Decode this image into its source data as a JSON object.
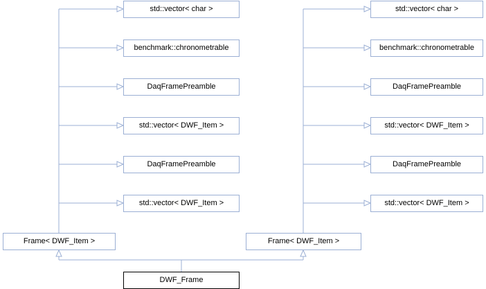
{
  "diagram": {
    "type": "inheritance-graph",
    "edge_color": "#9bafd4",
    "root": {
      "id": "dwf-frame",
      "label": "DWF_Frame"
    },
    "columns": [
      {
        "parent": {
          "id": "frame-left",
          "label": "Frame< DWF_Item >"
        },
        "bases": [
          {
            "id": "L1",
            "label": "std::vector< char >"
          },
          {
            "id": "L2",
            "label": "benchmark::chronometrable"
          },
          {
            "id": "L3",
            "label": "DaqFramePreamble"
          },
          {
            "id": "L4",
            "label": "std::vector< DWF_Item >"
          },
          {
            "id": "L5",
            "label": "DaqFramePreamble"
          },
          {
            "id": "L6",
            "label": "std::vector< DWF_Item >"
          }
        ]
      },
      {
        "parent": {
          "id": "frame-right",
          "label": "Frame< DWF_Item >"
        },
        "bases": [
          {
            "id": "R1",
            "label": "std::vector< char >"
          },
          {
            "id": "R2",
            "label": "benchmark::chronometrable"
          },
          {
            "id": "R3",
            "label": "DaqFramePreamble"
          },
          {
            "id": "R4",
            "label": "std::vector< DWF_Item >"
          },
          {
            "id": "R5",
            "label": "DaqFramePreamble"
          },
          {
            "id": "R6",
            "label": "std::vector< DWF_Item >"
          }
        ]
      }
    ]
  }
}
